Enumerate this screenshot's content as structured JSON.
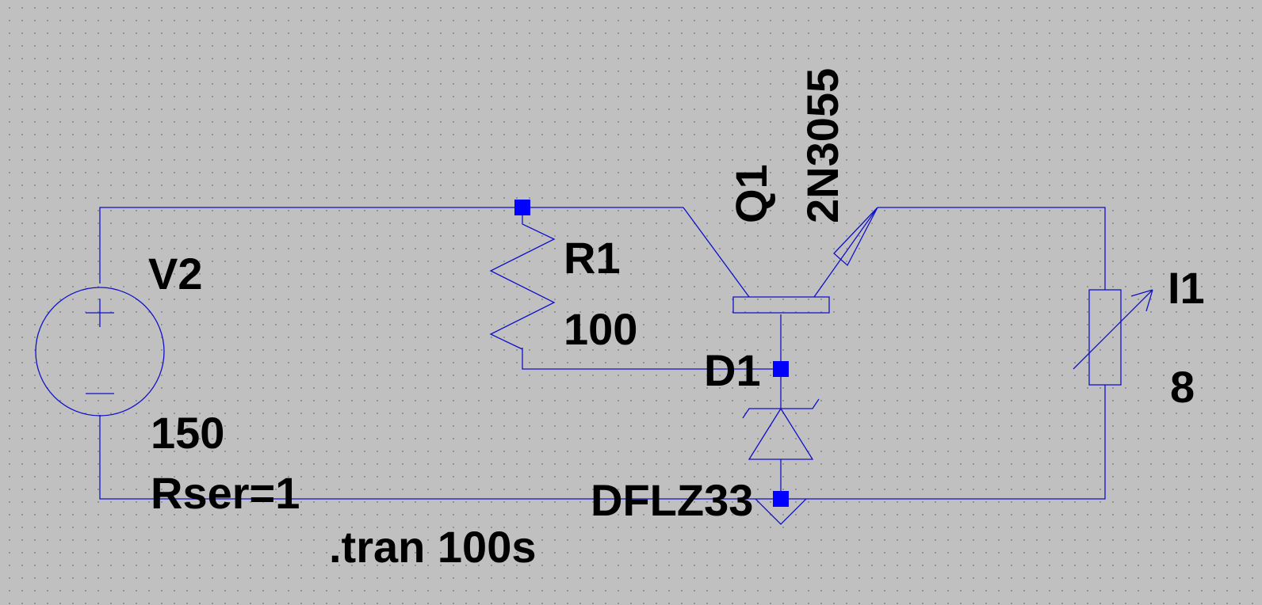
{
  "components": {
    "v2": {
      "name": "V2",
      "value": "150",
      "extra": "Rser=1"
    },
    "r1": {
      "name": "R1",
      "value": "100"
    },
    "q1": {
      "name": "Q1",
      "model": "2N3055"
    },
    "d1": {
      "name": "D1",
      "model": "DFLZ33"
    },
    "i1": {
      "name": "I1",
      "value": "8"
    }
  },
  "directive": ".tran 100s",
  "colors": {
    "background": "#c0c0c0",
    "wire": "#1010c8",
    "node": "#0000ff",
    "text": "#000000"
  }
}
